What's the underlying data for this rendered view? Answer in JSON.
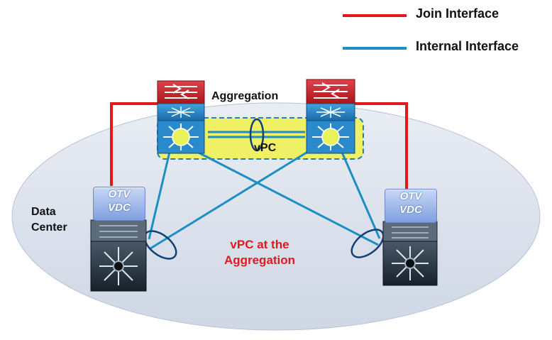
{
  "legend": {
    "items": [
      {
        "label": "Join Interface",
        "color": "#e3181f"
      },
      {
        "label": "Internal Interface",
        "color": "#1b8fc4"
      }
    ]
  },
  "labels": {
    "aggregation": "Aggregation",
    "vpc": "vPC",
    "data_center_line1": "Data",
    "data_center_line2": "Center",
    "vpc_agg_line1": "vPC at the",
    "vpc_agg_line2": "Aggregation"
  },
  "otv_vdc": {
    "line1": "OTV",
    "line2": "VDC"
  },
  "colors": {
    "join": "#e3181f",
    "internal": "#1b8fc4",
    "vpc_highlight": "#f1f14a",
    "ellipse": "#dde3ee"
  },
  "icons": [
    "firewall-icon",
    "switch-icon",
    "nexus-switch-icon",
    "otv-vdc-icon"
  ]
}
